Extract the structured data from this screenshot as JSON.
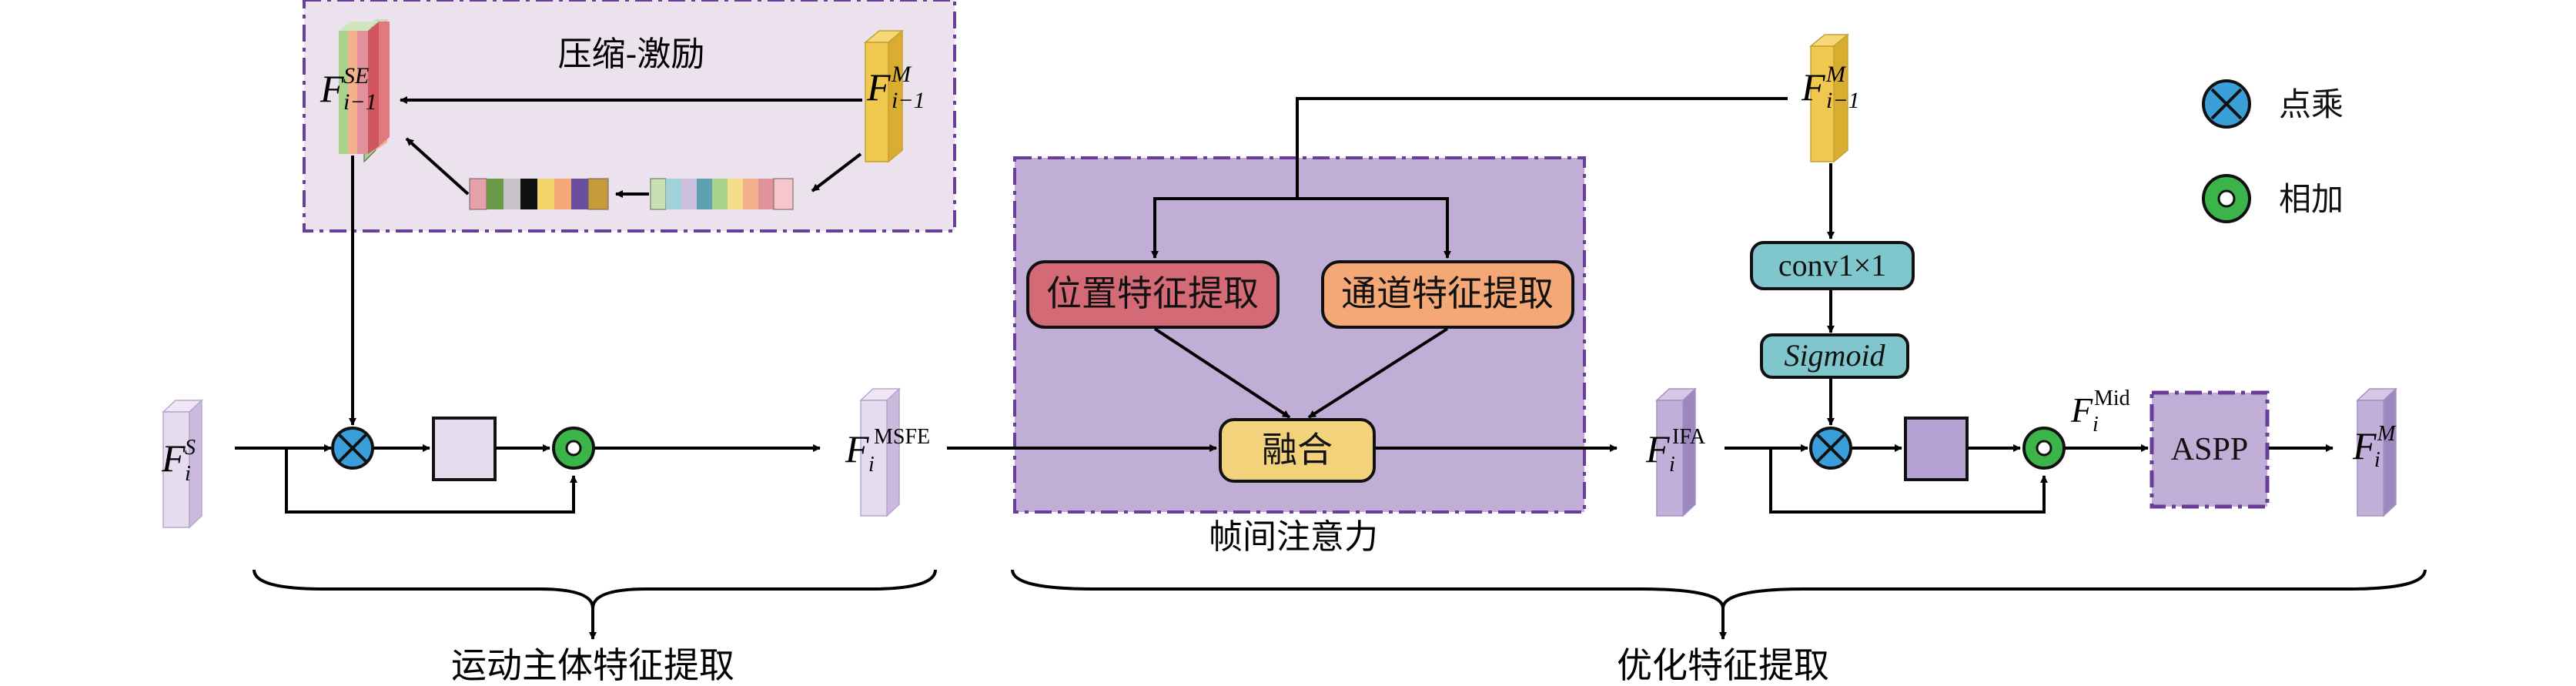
{
  "panels": {
    "se_title": "压缩-激励",
    "ifa_title": "帧间注意力"
  },
  "features": {
    "fs_main": "F",
    "fs_sub": "i",
    "fs_sup": "S",
    "fse_main": "F",
    "fse_sub": "i−1",
    "fse_sup": "SE",
    "fm_main": "F",
    "fm_sub": "i−1",
    "fm_sup": "M",
    "fmsfe_main": "F",
    "fmsfe_sub": "i",
    "fmsfe_sup": "MSFE",
    "fm2_main": "F",
    "fm2_sub": "i−1",
    "fm2_sup": "M",
    "fifa_main": "F",
    "fifa_sub": "i",
    "fifa_sup": "IFA",
    "fmid_main": "F",
    "fmid_sub": "i",
    "fmid_sup": "Mid",
    "fmout_main": "F",
    "fmout_sub": "i",
    "fmout_sup": "M"
  },
  "blocks": {
    "position": "位置特征提取",
    "channel": "通道特征提取",
    "fusion": "融合",
    "conv": "conv1×1",
    "sigmoid": "Sigmoid",
    "aspp": "ASPP"
  },
  "legend": {
    "multiply": "点乘",
    "add": "相加"
  },
  "groups": {
    "left": "运动主体特征提取",
    "right": "优化特征提取"
  },
  "colors": {
    "purple_panel": "#c0aed6",
    "se_panel": "#ebe2ee",
    "border_purple": "#6a3d9a",
    "yellow": "#f0c850",
    "lavender": "#d9cbe6",
    "light_lavender": "#ece5f3",
    "position_fill": "#d46a75",
    "channel_fill": "#f3a876",
    "fusion_fill": "#f2d27a",
    "teal": "#7fc7cc",
    "mult_blue": "#3a9ed8",
    "add_green": "#3bb44a"
  }
}
